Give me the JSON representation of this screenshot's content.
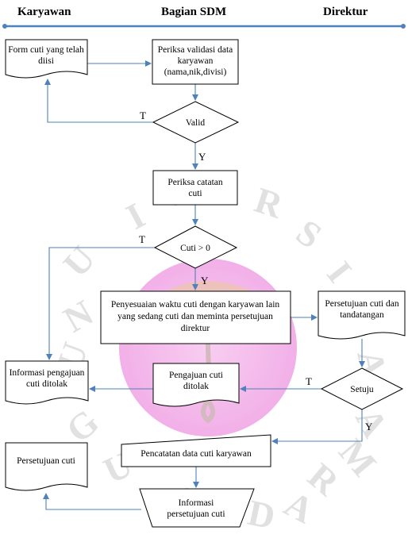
{
  "lanes": {
    "karyawan": "Karyawan",
    "bagian_sdm": "Bagian SDM",
    "direktur": "Direktur"
  },
  "nodes": {
    "form_cuti": [
      "Form cuti yang telah",
      "diisi"
    ],
    "periksa_validasi": [
      "Periksa validasi data",
      "karyawan",
      "(nama,nik,divisi)"
    ],
    "valid": [
      "Valid"
    ],
    "periksa_catatan": [
      "Periksa catatan",
      "cuti"
    ],
    "cuti_check": [
      "Cuti > 0"
    ],
    "penyesuaian": [
      "Penyesuaian waktu cuti dengan karyawan lain",
      "yang sedang cuti dan meminta persetujuan",
      "direktur"
    ],
    "persetujuan_direktur": [
      "Persetujuan cuti dan",
      "tandatangan"
    ],
    "setuju": [
      "Setuju"
    ],
    "pengajuan_ditolak": [
      "Pengajuan cuti",
      "ditolak"
    ],
    "informasi_ditolak": [
      "Informasi pengajuan",
      "cuti ditolak"
    ],
    "pencatatan": [
      "Pencatatan data cuti karyawan"
    ],
    "persetujuan_cuti": [
      "Persetujuan cuti"
    ],
    "informasi_persetujuan": [
      "Informasi",
      "persetujuan cuti"
    ]
  },
  "edge_labels": {
    "valid_no": "T",
    "valid_yes": "Y",
    "cuti_no": "T",
    "cuti_yes": "Y",
    "setuju_no": "T",
    "setuju_yes": "Y"
  },
  "watermark": "UNIVERSITAS GUNADARMA",
  "colors": {
    "connector": "#4f81bd",
    "lane_bar": "#4f81bd",
    "watermark_disc": "#e75ad0"
  }
}
